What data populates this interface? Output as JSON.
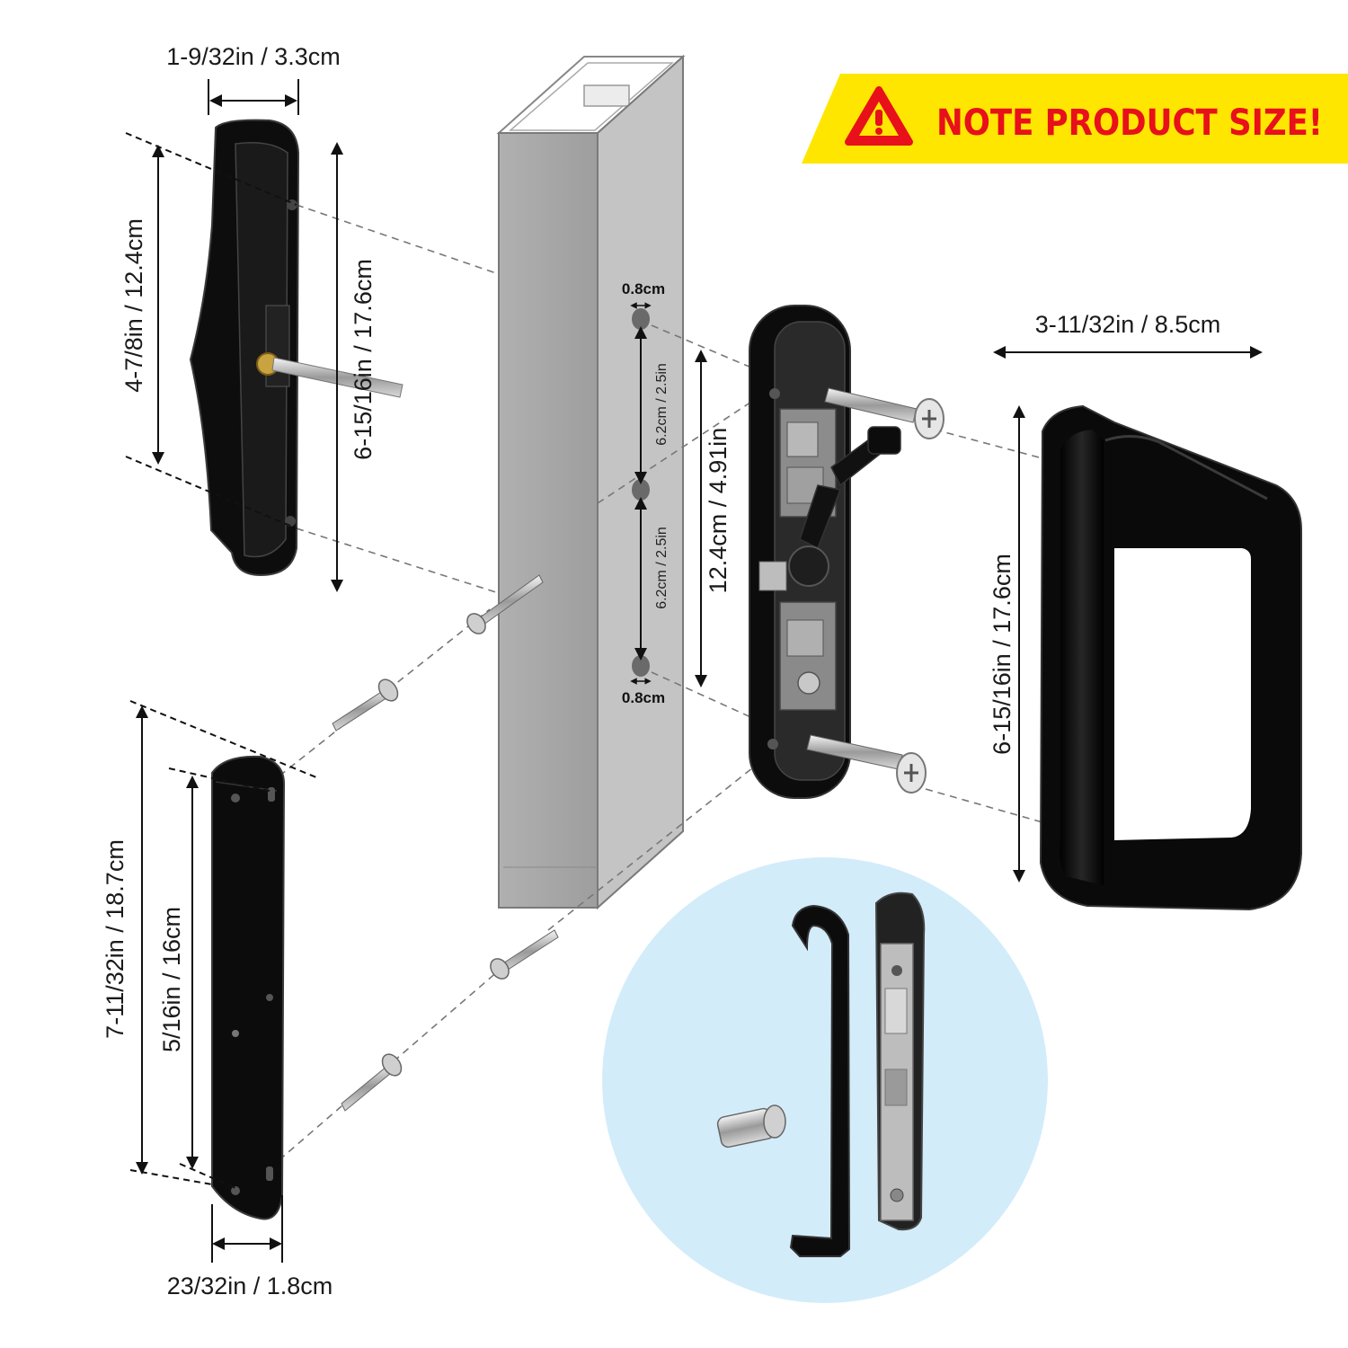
{
  "banner": {
    "text": "NOTE PRODUCT SIZE!",
    "background_color": "#ffe600",
    "text_color": "#e8101a",
    "icon": "warning-triangle-icon"
  },
  "dimensions": {
    "outer_handle_width": "1-9/32in / 3.3cm",
    "outer_handle_hole_spacing": "4-7/8in / 12.4cm",
    "outer_handle_length": "6-15/16in / 17.6cm",
    "hole_diameter_top": "0.8cm",
    "hole_diameter_bottom": "0.8cm",
    "hole_gap_upper": "6.2cm / 2.5in",
    "hole_gap_lower": "6.2cm / 2.5in",
    "mortise_hole_spacing": "12.4cm / 4.91in",
    "pull_handle_width": "3-11/32in / 8.5cm",
    "pull_handle_length": "6-15/16in / 17.6cm",
    "plate_length_outer": "7-11/32in / 18.7cm",
    "plate_length_inner": "5/16in / 16cm",
    "plate_width": "23/32in / 1.8cm"
  },
  "parts": {
    "door_frame_color": "#a3a3a3",
    "hardware_color": "#111111",
    "inset_background": "#d3ecfa"
  }
}
